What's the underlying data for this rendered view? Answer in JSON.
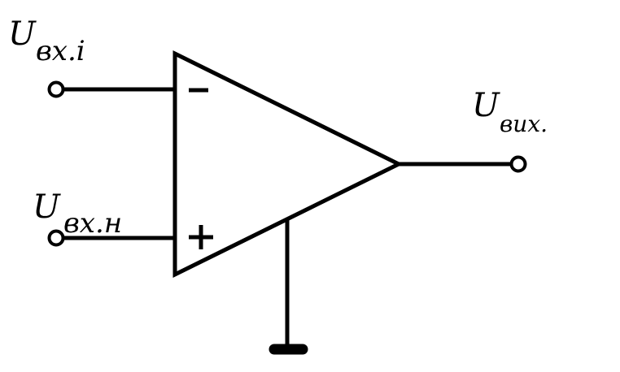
{
  "diagram": {
    "labels": {
      "inverting_input": {
        "symbol": "U",
        "subscript": "вх.і"
      },
      "non_inverting_input": {
        "symbol": "U",
        "subscript": "вх.н"
      },
      "output": {
        "symbol": "U",
        "subscript": "вих."
      }
    },
    "signs": {
      "inverting": "−",
      "non_inverting": "+"
    }
  }
}
